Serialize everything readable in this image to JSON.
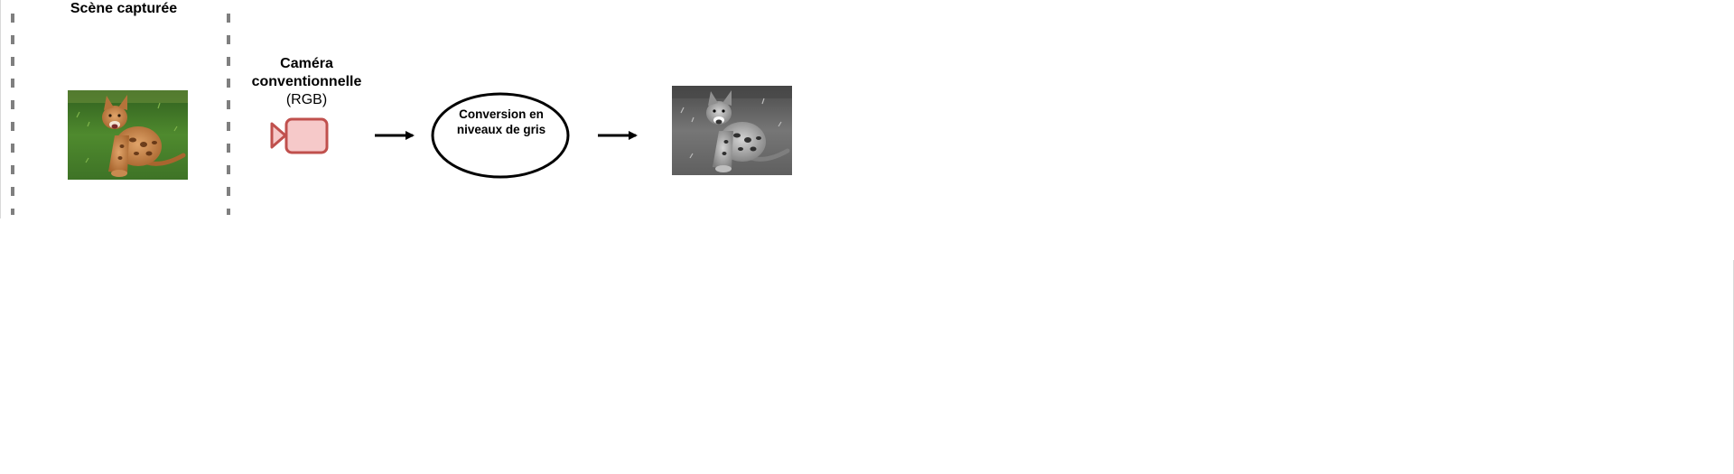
{
  "scene": {
    "title": "Scène capturée"
  },
  "camera": {
    "title_line1": "Caméra",
    "title_line2": "conventionnelle",
    "subtitle": "(RGB)"
  },
  "process": {
    "label_line1": "Conversion en",
    "label_line2": "niveaux de gris"
  },
  "colors": {
    "camera_stroke": "#c0504d",
    "camera_fill": "#f6c9c9",
    "dash": "#7f7f7f",
    "arrow": "#000000"
  },
  "icons": {
    "camera": "video-camera-icon",
    "arrow": "arrow-right-icon"
  }
}
